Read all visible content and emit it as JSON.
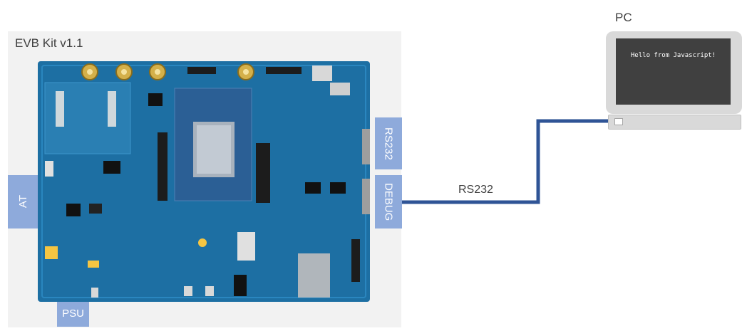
{
  "evb": {
    "title": "EVB Kit v1.1"
  },
  "ports": {
    "rs232": "RS232",
    "debug": "DEBUG",
    "at": "AT",
    "psu": "PSU"
  },
  "pc": {
    "title": "PC",
    "screen_text": "Hello from Javascript!"
  },
  "cable": {
    "label": "RS232"
  },
  "colors": {
    "port_fill": "#8eaadb",
    "board_pcb": "#1d6fa3",
    "wire": "#2f5496",
    "panel": "#f2f2f2"
  },
  "icons": {
    "board": "evb-board-photo-icon",
    "computer": "pc-monitor-icon"
  }
}
